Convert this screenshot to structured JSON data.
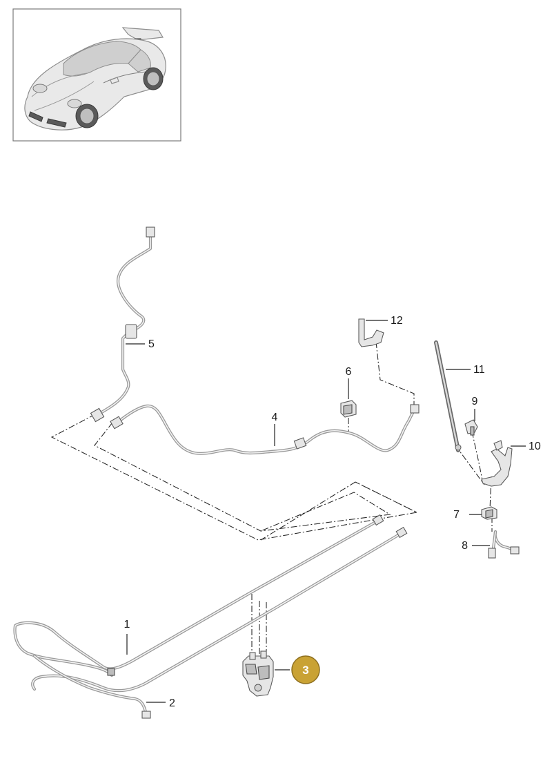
{
  "thumbnail": {
    "icon": "car-overview-icon"
  },
  "callouts": [
    {
      "label": "1"
    },
    {
      "label": "2"
    },
    {
      "label": "3",
      "highlighted": true
    },
    {
      "label": "4"
    },
    {
      "label": "5"
    },
    {
      "label": "6"
    },
    {
      "label": "7"
    },
    {
      "label": "8"
    },
    {
      "label": "9"
    },
    {
      "label": "10"
    },
    {
      "label": "11"
    },
    {
      "label": "12"
    }
  ],
  "colors": {
    "highlight_badge": "#c9a234",
    "line": "#222222",
    "pipe": "#9a9a9a"
  }
}
